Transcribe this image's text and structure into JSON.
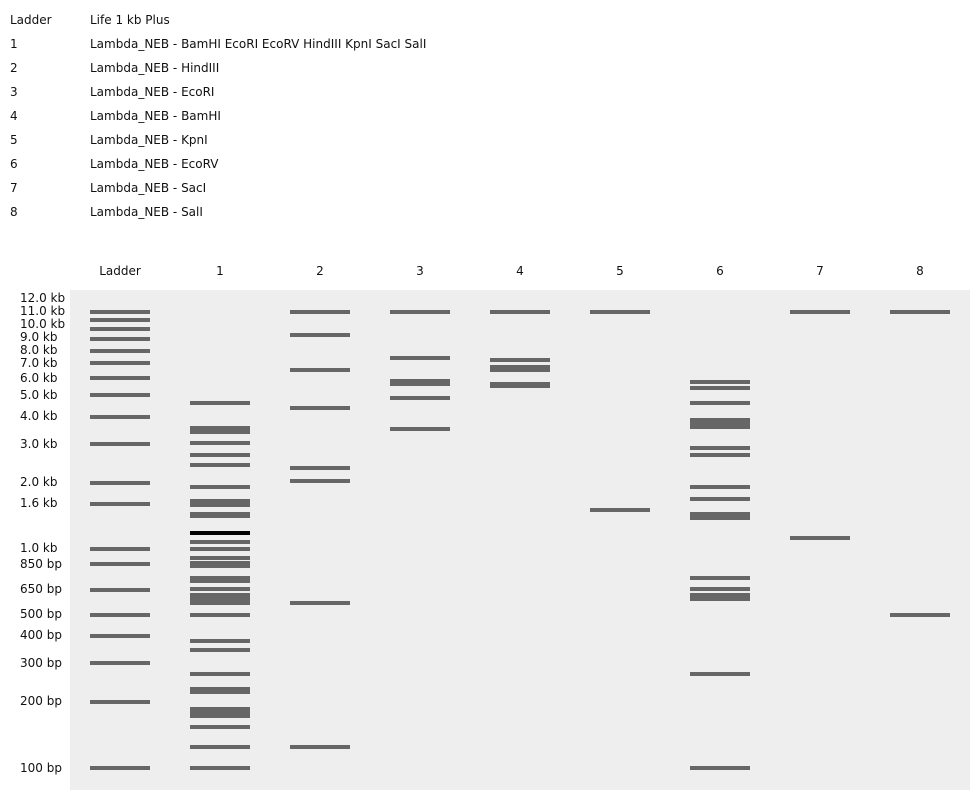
{
  "legend": [
    {
      "id": "Ladder",
      "description": "Life 1 kb Plus"
    },
    {
      "id": "1",
      "description": "Lambda_NEB - BamHI EcoRI EcoRV HindIII KpnI SacI SalI"
    },
    {
      "id": "2",
      "description": "Lambda_NEB - HindIII"
    },
    {
      "id": "3",
      "description": "Lambda_NEB - EcoRI"
    },
    {
      "id": "4",
      "description": "Lambda_NEB - BamHI"
    },
    {
      "id": "5",
      "description": "Lambda_NEB - KpnI"
    },
    {
      "id": "6",
      "description": "Lambda_NEB - EcoRV"
    },
    {
      "id": "7",
      "description": "Lambda_NEB - SacI"
    },
    {
      "id": "8",
      "description": "Lambda_NEB - SalI"
    }
  ],
  "gel": {
    "scale": "log",
    "size_range_bp": [
      100,
      12000
    ],
    "background_color": "#eeeeee",
    "band_color": "#666666",
    "overlap_band_color": "#000000",
    "ladder_markers": [
      {
        "bp": 12000,
        "label": "12.0 kb"
      },
      {
        "bp": 11000,
        "label": "11.0 kb"
      },
      {
        "bp": 10000,
        "label": "10.0 kb"
      },
      {
        "bp": 9000,
        "label": "9.0 kb"
      },
      {
        "bp": 8000,
        "label": "8.0 kb"
      },
      {
        "bp": 7000,
        "label": "7.0 kb"
      },
      {
        "bp": 6000,
        "label": "6.0 kb"
      },
      {
        "bp": 5000,
        "label": "5.0 kb"
      },
      {
        "bp": 4000,
        "label": "4.0 kb"
      },
      {
        "bp": 3000,
        "label": "3.0 kb"
      },
      {
        "bp": 2000,
        "label": "2.0 kb"
      },
      {
        "bp": 1600,
        "label": "1.6 kb"
      },
      {
        "bp": 1000,
        "label": "1.0 kb"
      },
      {
        "bp": 850,
        "label": "850 bp"
      },
      {
        "bp": 650,
        "label": "650 bp"
      },
      {
        "bp": 500,
        "label": "500 bp"
      },
      {
        "bp": 400,
        "label": "400 bp"
      },
      {
        "bp": 300,
        "label": "300 bp"
      },
      {
        "bp": 200,
        "label": "200 bp"
      },
      {
        "bp": 100,
        "label": "100 bp"
      }
    ],
    "lanes": [
      {
        "label": "Ladder",
        "bands": [
          12000,
          11000,
          10000,
          9000,
          8000,
          7000,
          6000,
          5000,
          4000,
          3000,
          2000,
          1600,
          1000,
          850,
          650,
          500,
          400,
          300,
          200,
          100
        ]
      },
      {
        "label": "1",
        "bands": [
          4615,
          3550,
          3406,
          3035,
          2675,
          2407,
          1911,
          1649,
          1582,
          1440,
          1410,
          1178,
          1178,
          1072,
          996,
          906,
          860,
          834,
          735,
          711,
          655,
          615,
          589,
          565,
          498,
          379,
          345,
          268,
          229,
          222,
          186,
          180,
          173,
          154,
          125,
          100
        ]
      },
      {
        "label": "2",
        "bands": [
          23130,
          9416,
          6557,
          4361,
          2322,
          2027,
          564,
          125
        ]
      },
      {
        "label": "3",
        "bands": [
          21226,
          7421,
          5804,
          5643,
          4878,
          3530
        ]
      },
      {
        "label": "4",
        "bands": [
          16841,
          7233,
          6770,
          6527,
          5626,
          5505
        ]
      },
      {
        "label": "5",
        "bands": [
          29946,
          17053,
          1503
        ]
      },
      {
        "label": "6",
        "bands": [
          5757,
          5405,
          4615,
          3866,
          3724,
          3589,
          2878,
          2675,
          1911,
          1683,
          1440,
          1380,
          735,
          655,
          615,
          589,
          268,
          100
        ]
      },
      {
        "label": "7",
        "bands": [
          24772,
          22621,
          1120
        ]
      },
      {
        "label": "8",
        "bands": [
          32745,
          15258,
          499
        ]
      }
    ]
  }
}
